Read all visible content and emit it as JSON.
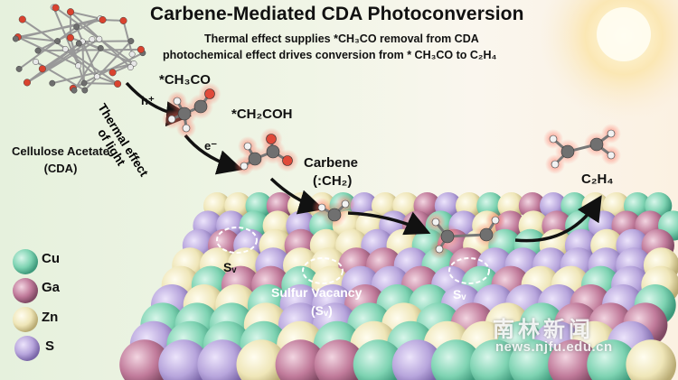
{
  "title": "Carbene-Mediated CDA Photoconversion",
  "subtitle_line1": "Thermal effect supplies *CH₃CO removal from CDA",
  "subtitle_line2": "photochemical effect drives conversion from * CH₃CO to C₂H₄",
  "labels": {
    "h_plus": "h⁺",
    "ch3co": "*CH₃CO",
    "ch2coh": "*CH₂COH",
    "e_minus": "e⁻",
    "carbene": "Carbene",
    "carbene_formula": "(:CH₂)",
    "c2h4": "C₂H₄",
    "cda_line1": "Cellulose Acetate",
    "cda_line2": "(CDA)",
    "thermal_line1": "Thermal effect",
    "thermal_line2": "of light",
    "sv": "Sᵥ",
    "sulfur_vacancy": "Sulfur Vacancy",
    "sv_paren": "(Sᵥ)"
  },
  "legend": [
    {
      "label": "Cu",
      "color": "#7ed3b2"
    },
    {
      "label": "Ga",
      "color": "#c07a9a"
    },
    {
      "label": "Zn",
      "color": "#efe6b8"
    },
    {
      "label": "S",
      "color": "#b7a5dc"
    }
  ],
  "watermark": {
    "cn": "南林新闻",
    "url": "news.njfu.edu.cn"
  }
}
